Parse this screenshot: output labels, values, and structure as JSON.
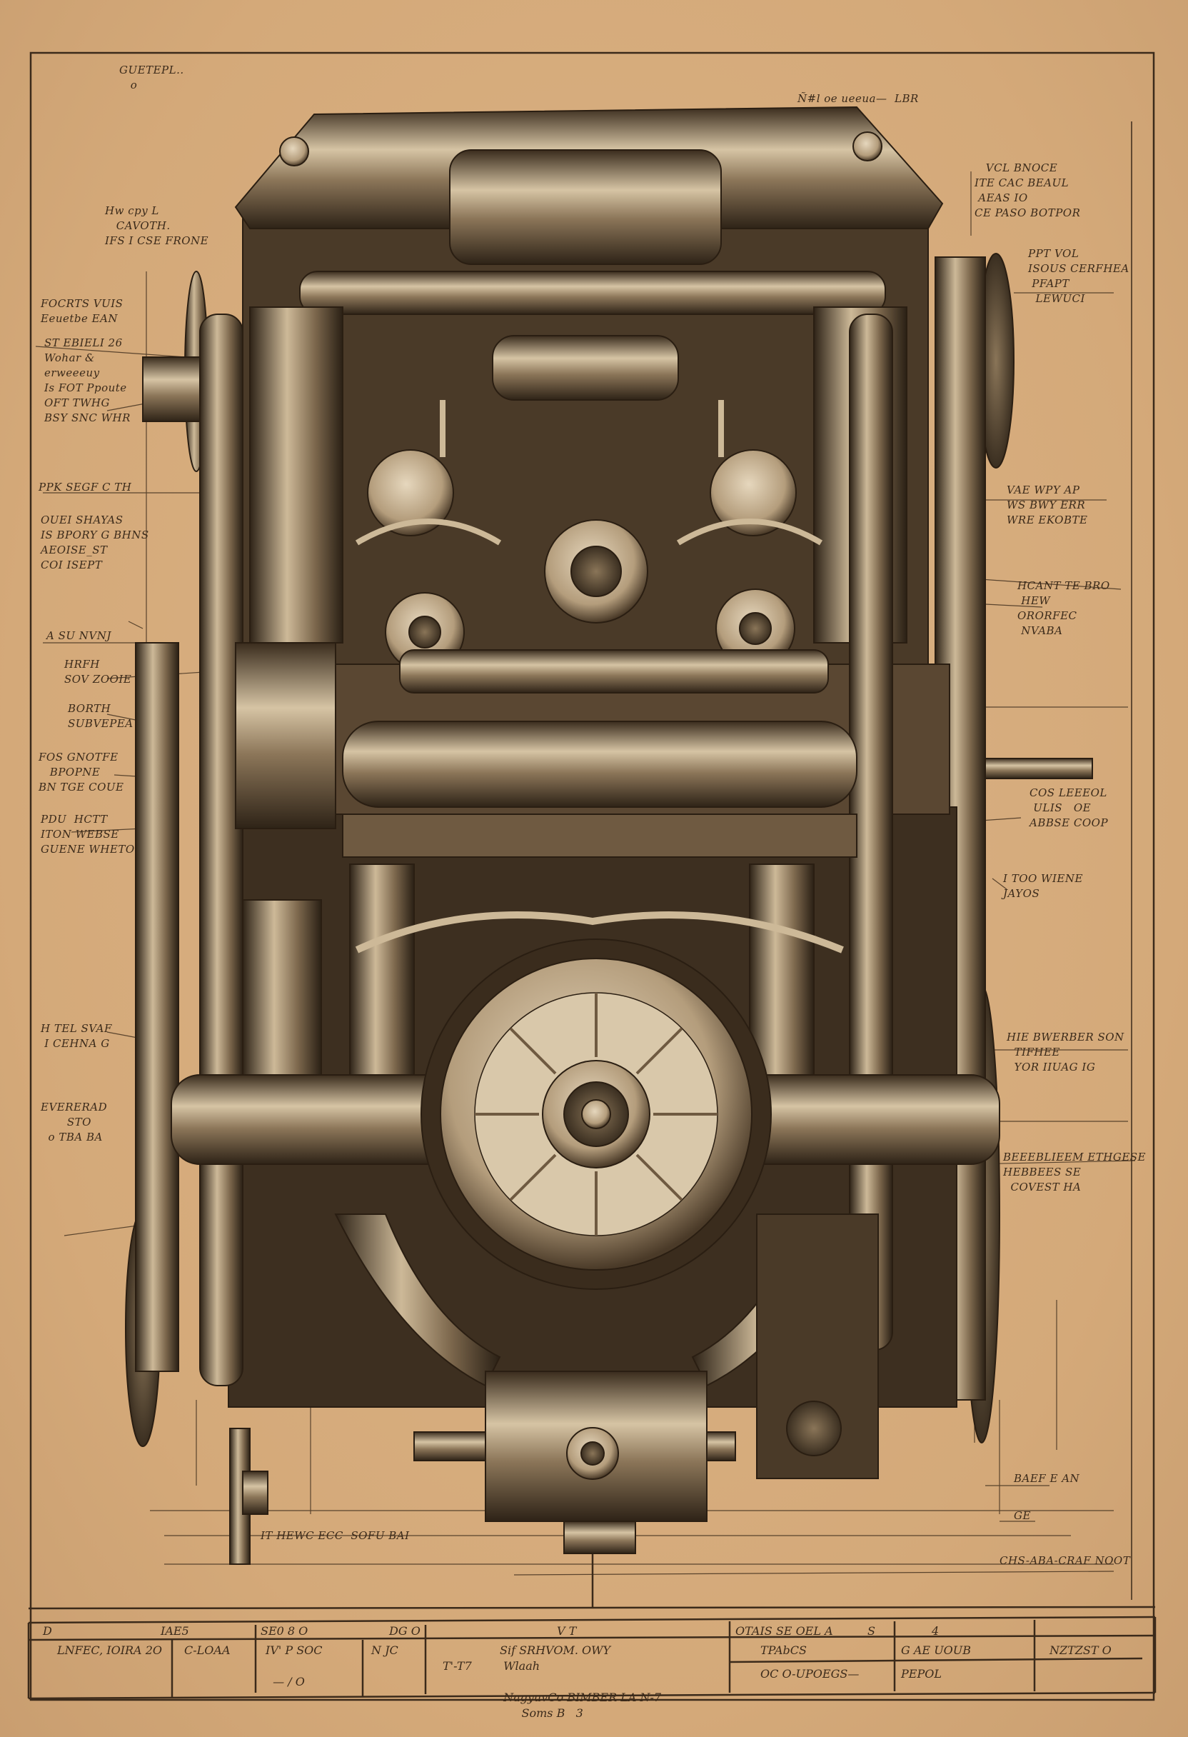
{
  "colors": {
    "paper": "#d6ab7d",
    "ink": "#3b2a1a",
    "metal_dark": "#2f2418",
    "metal_light": "#d9c8aa"
  },
  "drawing": {
    "subject": "engine-blueprint"
  },
  "annotations": [
    "GUETEPL..\n   o",
    "Ñ#l oe ueeua—  LBR",
    "Hw cpy L\n   CAVOTH.\nIFS I CSE FRONE",
    "FOCRTS VUIS\nEeuetbe EAN",
    "ST EBIELI 26\nWohar &\nerweeeuy\nIs FOT Ppoute\nOFT TWHG\nBSY SNC WHR",
    "PPK SEGF C TH",
    "OUEI SHAYAS\nIS BPORY G BHNS\nAEOISE_ST\nCOI ISEPT",
    "A SU NVNJ",
    "HRFH\nSOV ZOOIE",
    "BORTH\nSUBVEPEA",
    "FOS GNOTFE\n   BPOPNE\nBN TGE COUE",
    "PDU  HCTT\nITON WEBSE\nGUENE WHETO",
    "H TEL SVAF\n I CEHNA G",
    "EVERERAD\n       STO\n  o TBA BA",
    "IT HEWC ECC  SOFU BAI",
    "   VCL BNOCE\nITE CAC BEAUL\n AEAS IO\nCE PASO BOTPOR",
    "PPT VOL\nISOUS CERFHEA\n PFAPT\n  LEWUCI",
    "VAE WPY AP\nWS BWY ERR\nWRE EKOBTE",
    "HCANT TE BRO\n HEW\nORORFEC\n NVABA",
    "COS LEEEOL\n ULIS   OE\nABBSE COOP",
    "I TOO WIENE\nJAYOS",
    "HIE BWERBER SON\n  TIFHEE\n  YOR IIUAG IG",
    "BEEEBLIEEM ETHGESE\nHEBBEES SE\n  COVEST HA",
    "BAEF E AN",
    "GE",
    "CHS-ABA-CRAF NOOT"
  ],
  "title_block": {
    "header": [
      "D",
      "IAE5",
      "SE0 8 O",
      "DG O",
      "V T",
      "OTAIS SE OEL A",
      "S",
      "4",
      ""
    ],
    "body": [
      "LNFEC, IOIRA 2O",
      "C-LOAA",
      "IV' P SOC\n\n  — / O",
      "N JC",
      "T'-T7",
      "Sif SRHVOM. OWY\n Wlaah\n\n NagyuvCo BIMBER LA N-7\n      Soms B   3",
      "TPAbCS",
      "G AE UOUB",
      "NZTZST O"
    ],
    "body2": [
      "",
      "",
      "",
      "",
      "",
      "",
      "OC O-UPOEGS—",
      "PEPOL",
      ""
    ]
  }
}
